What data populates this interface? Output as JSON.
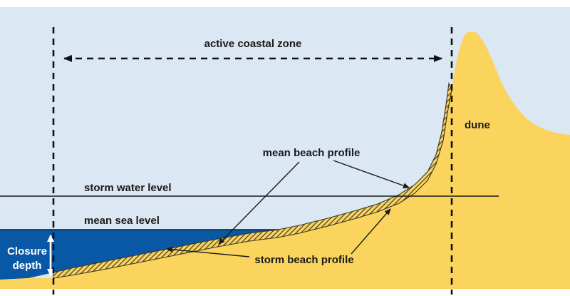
{
  "diagram": {
    "labels": {
      "active_coastal_zone": "active coastal zone",
      "dune": "dune",
      "storm_water_level": "storm water level",
      "mean_sea_level": "mean sea level",
      "closure_depth_line1": "Closure",
      "closure_depth_line2": "depth",
      "mean_beach_profile": "mean beach profile",
      "storm_beach_profile": "storm beach profile"
    },
    "colors": {
      "background": "#dbe7f3",
      "sand": "#fbd45e",
      "sea": "#0958a6",
      "ink": "#1a1a1a",
      "closure_text": "#ffffff"
    }
  }
}
